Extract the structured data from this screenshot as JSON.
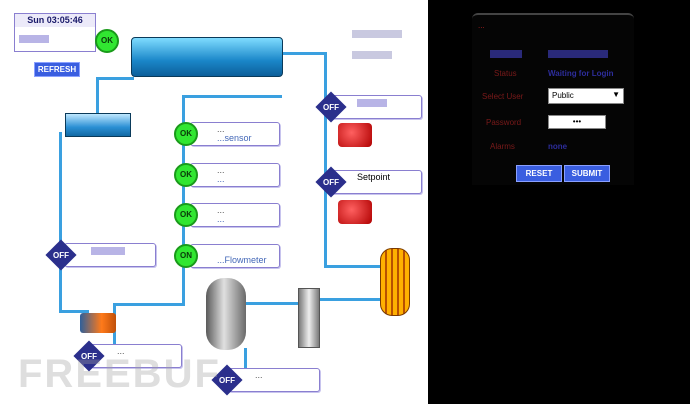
{
  "clock": {
    "text": "Sun 03:05:46"
  },
  "header_card": {
    "label": "..."
  },
  "status_ok": "OK",
  "refresh_label": "REFRESH",
  "valves": [
    {
      "id": "pump1",
      "state": "OFF",
      "line1": "",
      "line2": ""
    },
    {
      "id": "sensor1",
      "state": "OK",
      "line1": "...",
      "line2": "...sensor"
    },
    {
      "id": "sensor2",
      "state": "OK",
      "line1": "...",
      "line2": "..."
    },
    {
      "id": "sensor3",
      "state": "OK",
      "line1": "...",
      "line2": "..."
    },
    {
      "id": "flow",
      "state": "ON",
      "line1": "",
      "line2": "...Flowmeter"
    },
    {
      "id": "setpoint",
      "state": "OFF",
      "line1": "Setpoint",
      "line2": ""
    },
    {
      "id": "left_valve",
      "state": "OFF",
      "line1": "",
      "line2": ""
    },
    {
      "id": "bottom1",
      "state": "OFF",
      "line1": "...",
      "line2": ""
    },
    {
      "id": "bottom2",
      "state": "OFF",
      "line1": "...",
      "line2": ""
    }
  ],
  "login": {
    "title": "...",
    "status_label": "Status",
    "status_value": "Waiting for Login",
    "select_label": "Select User",
    "select_value": "Public",
    "password_label": "Password",
    "password_value": "•••",
    "alarms_label": "Alarms",
    "alarms_value": "none",
    "reset_label": "RESET",
    "submit_label": "SUBMIT"
  },
  "watermark": "FREEBUF"
}
